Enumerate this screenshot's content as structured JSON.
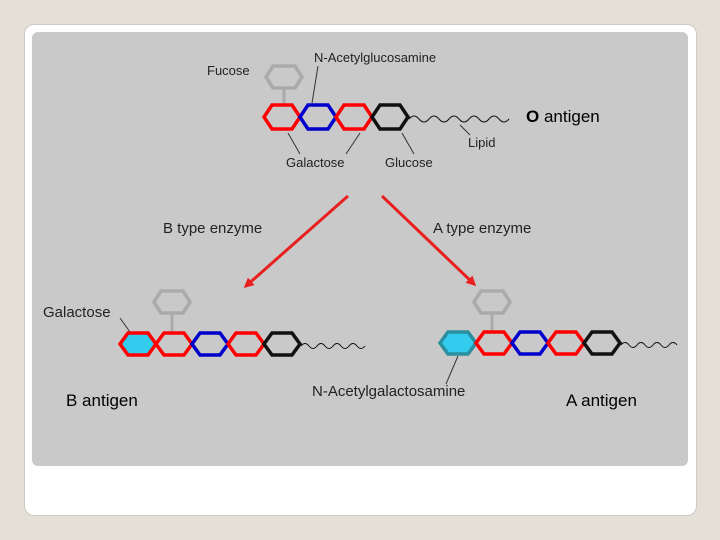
{
  "labels": {
    "fucose": "Fucose",
    "n_acetylglucosamine": "N-Acetylglucosamine",
    "o_prefix": "O",
    "o_suffix": "antigen",
    "lipid": "Lipid",
    "galactose_top": "Galactose",
    "glucose": "Glucose",
    "b_enzyme": "B type enzyme",
    "a_enzyme": "A type enzyme",
    "galactose_left": "Galactose",
    "b_antigen": "B antigen",
    "n_acetylgalactosamine": "N-Acetylgalactosamine",
    "a_antigen": "A antigen"
  },
  "colors": {
    "red": "#ff0000",
    "blue": "#0000cc",
    "black": "#111111",
    "gray": "#aaaaaa",
    "cyan": "#33ccee",
    "arrow": "#e82020"
  }
}
